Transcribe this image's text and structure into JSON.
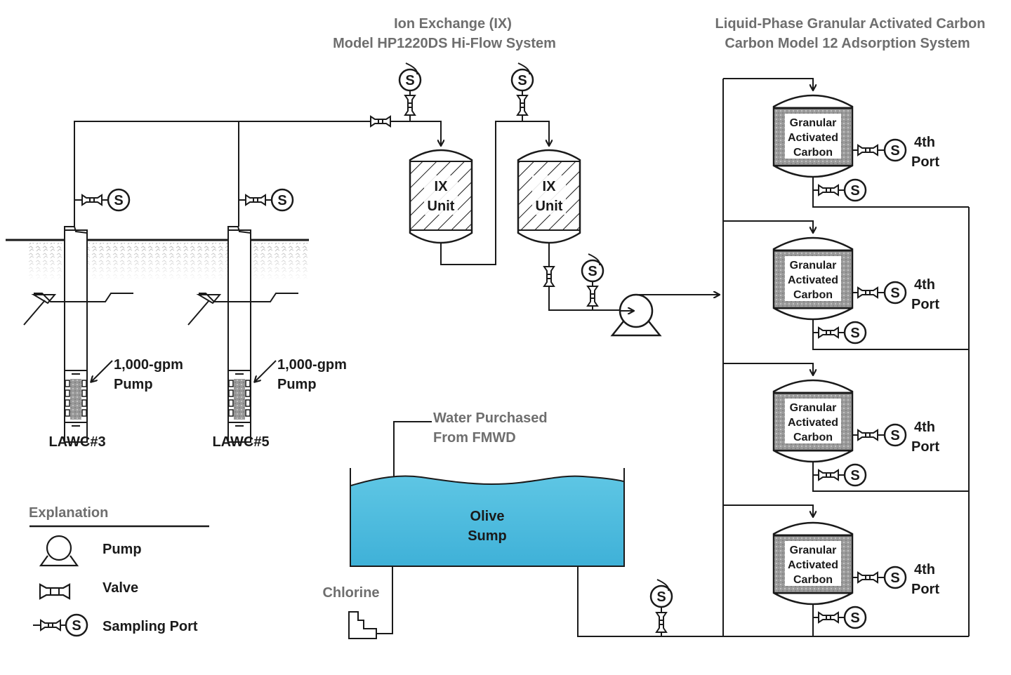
{
  "titles": {
    "ix_line1": "Ion Exchange (IX)",
    "ix_line2": "Model HP1220DS Hi-Flow System",
    "gac_line1": "Liquid-Phase Granular Activated Carbon",
    "gac_line2": "Carbon Model 12 Adsorption System"
  },
  "wells": [
    {
      "name": "LAWC#3",
      "pump_line1": "1,000-gpm",
      "pump_line2": "Pump"
    },
    {
      "name": "LAWC#5",
      "pump_line1": "1,000-gpm",
      "pump_line2": "Pump"
    }
  ],
  "ix_units": [
    {
      "line1": "IX",
      "line2": "Unit"
    },
    {
      "line1": "IX",
      "line2": "Unit"
    }
  ],
  "gac_vessels": [
    {
      "line1": "Granular",
      "line2": "Activated",
      "line3": "Carbon",
      "port_line1": "4th",
      "port_line2": "Port"
    },
    {
      "line1": "Granular",
      "line2": "Activated",
      "line3": "Carbon",
      "port_line1": "4th",
      "port_line2": "Port"
    },
    {
      "line1": "Granular",
      "line2": "Activated",
      "line3": "Carbon",
      "port_line1": "4th",
      "port_line2": "Port"
    },
    {
      "line1": "Granular",
      "line2": "Activated",
      "line3": "Carbon",
      "port_line1": "4th",
      "port_line2": "Port"
    }
  ],
  "sump": {
    "line1": "Olive",
    "line2": "Sump",
    "source_line1": "Water Purchased",
    "source_line2": "From FMWD",
    "chlorine": "Chlorine",
    "water_color": "#4fbfe0"
  },
  "sampling_symbol": "S",
  "legend": {
    "title": "Explanation",
    "items": [
      {
        "icon": "pump-icon",
        "label": "Pump"
      },
      {
        "icon": "valve-icon",
        "label": "Valve"
      },
      {
        "icon": "sampling-port-icon",
        "label": "Sampling Port"
      }
    ]
  }
}
